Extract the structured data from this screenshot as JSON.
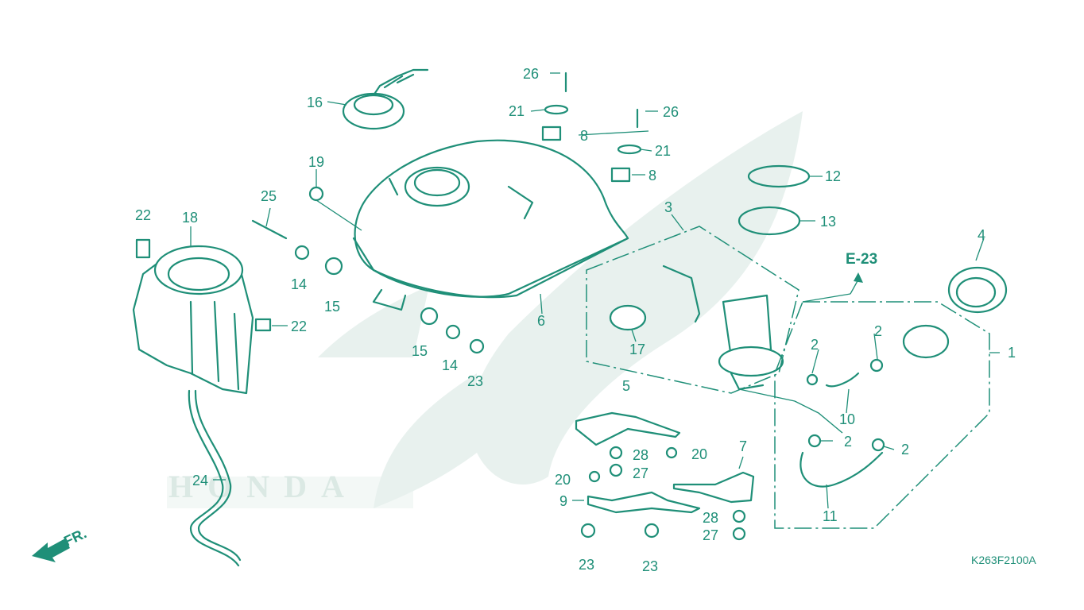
{
  "diagram": {
    "drawing_code": "K263F2100A",
    "reference": "E-23",
    "front_label": "FR.",
    "watermark_text": "HONDA",
    "callouts": [
      {
        "id": "c1",
        "label": "1"
      },
      {
        "id": "c2a",
        "label": "2"
      },
      {
        "id": "c2b",
        "label": "2"
      },
      {
        "id": "c2c",
        "label": "2"
      },
      {
        "id": "c2d",
        "label": "2"
      },
      {
        "id": "c3",
        "label": "3"
      },
      {
        "id": "c4",
        "label": "4"
      },
      {
        "id": "c5",
        "label": "5"
      },
      {
        "id": "c6",
        "label": "6"
      },
      {
        "id": "c7",
        "label": "7"
      },
      {
        "id": "c8a",
        "label": "8"
      },
      {
        "id": "c8b",
        "label": "8"
      },
      {
        "id": "c9",
        "label": "9"
      },
      {
        "id": "c10",
        "label": "10"
      },
      {
        "id": "c11",
        "label": "11"
      },
      {
        "id": "c12",
        "label": "12"
      },
      {
        "id": "c13",
        "label": "13"
      },
      {
        "id": "c14a",
        "label": "14"
      },
      {
        "id": "c14b",
        "label": "14"
      },
      {
        "id": "c15a",
        "label": "15"
      },
      {
        "id": "c15b",
        "label": "15"
      },
      {
        "id": "c16",
        "label": "16"
      },
      {
        "id": "c17",
        "label": "17"
      },
      {
        "id": "c18",
        "label": "18"
      },
      {
        "id": "c19",
        "label": "19"
      },
      {
        "id": "c20a",
        "label": "20"
      },
      {
        "id": "c20b",
        "label": "20"
      },
      {
        "id": "c21a",
        "label": "21"
      },
      {
        "id": "c21b",
        "label": "21"
      },
      {
        "id": "c22a",
        "label": "22"
      },
      {
        "id": "c22b",
        "label": "22"
      },
      {
        "id": "c23a",
        "label": "23"
      },
      {
        "id": "c23b",
        "label": "23"
      },
      {
        "id": "c23c",
        "label": "23"
      },
      {
        "id": "c24",
        "label": "24"
      },
      {
        "id": "c25",
        "label": "25"
      },
      {
        "id": "c26a",
        "label": "26"
      },
      {
        "id": "c26b",
        "label": "26"
      },
      {
        "id": "c27a",
        "label": "27"
      },
      {
        "id": "c27b",
        "label": "27"
      },
      {
        "id": "c28a",
        "label": "28"
      },
      {
        "id": "c28b",
        "label": "28"
      }
    ]
  }
}
